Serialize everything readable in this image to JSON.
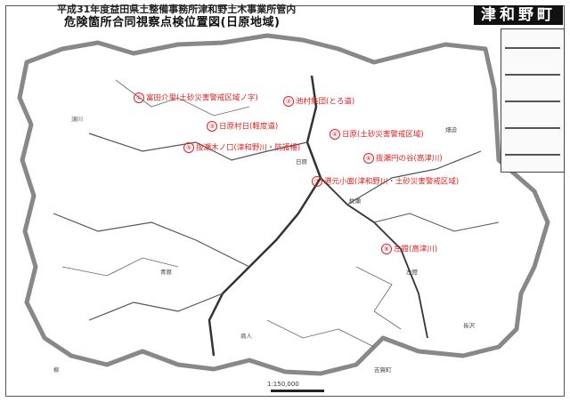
{
  "header": {
    "line1": "平成31年度益田県土整備事務所津和野土木事業所管内",
    "line2": "危険箇所合同視察点検位置図(日原地域)"
  },
  "town_label": "津和野町",
  "scale": {
    "label": "1:150,000"
  },
  "colors": {
    "marker": "#dd2222",
    "border": "#555555",
    "road": "#333333"
  },
  "markers": [
    {
      "num": "①",
      "label": "富田介里(土砂災害警戒区域ノ字)"
    },
    {
      "num": "②",
      "label": "池村集団(とろ道)"
    },
    {
      "num": "③",
      "label": "日原村日(軽度道)"
    },
    {
      "num": "④",
      "label": "日原(土砂災害警戒区域)"
    },
    {
      "num": "⑤",
      "label": "抜瀬木ノ口(津和野川・防護柵)"
    },
    {
      "num": "⑥",
      "label": "抜瀬円の谷(高津川)"
    },
    {
      "num": "⑦",
      "label": "港元小面(津和野川・土砂災害警戒区域)"
    },
    {
      "num": "⑧",
      "label": "左鐙(高津川)"
    }
  ],
  "places": [
    "須川",
    "日原",
    "枕瀬",
    "青原",
    "左鐙",
    "畑迫",
    "商人",
    "吉賀町",
    "柳",
    "長沢"
  ]
}
